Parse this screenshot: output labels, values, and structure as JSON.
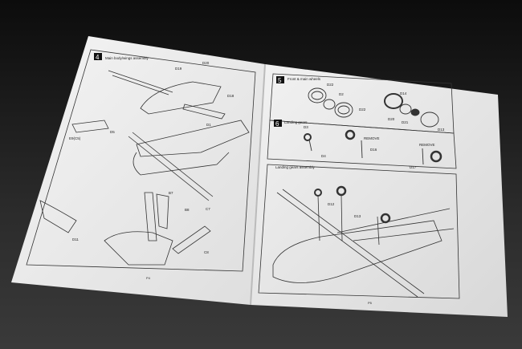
{
  "left_page": {
    "step_number": "4",
    "step_title": "Main body/wings assembly",
    "part_labels": [
      "D19",
      "D20",
      "D18",
      "D1",
      "D5",
      "E9(C5)",
      "B7",
      "B8",
      "C7",
      "C8",
      "D11"
    ],
    "page_number": "P4"
  },
  "right_page": {
    "step5": {
      "number": "5",
      "title": "Front & main wheels",
      "part_labels": [
        "D22",
        "D2",
        "D22",
        "D14",
        "D20",
        "D21",
        "D13"
      ]
    },
    "step6": {
      "number": "6",
      "title": "Landing gears",
      "part_labels": [
        "D3",
        "D4",
        "D16",
        "D17"
      ],
      "remove_label": "REMOVE"
    },
    "assembly": {
      "title": "Landing gears assembly",
      "part_labels": [
        "D12",
        "D13"
      ]
    },
    "page_number": "P5"
  }
}
